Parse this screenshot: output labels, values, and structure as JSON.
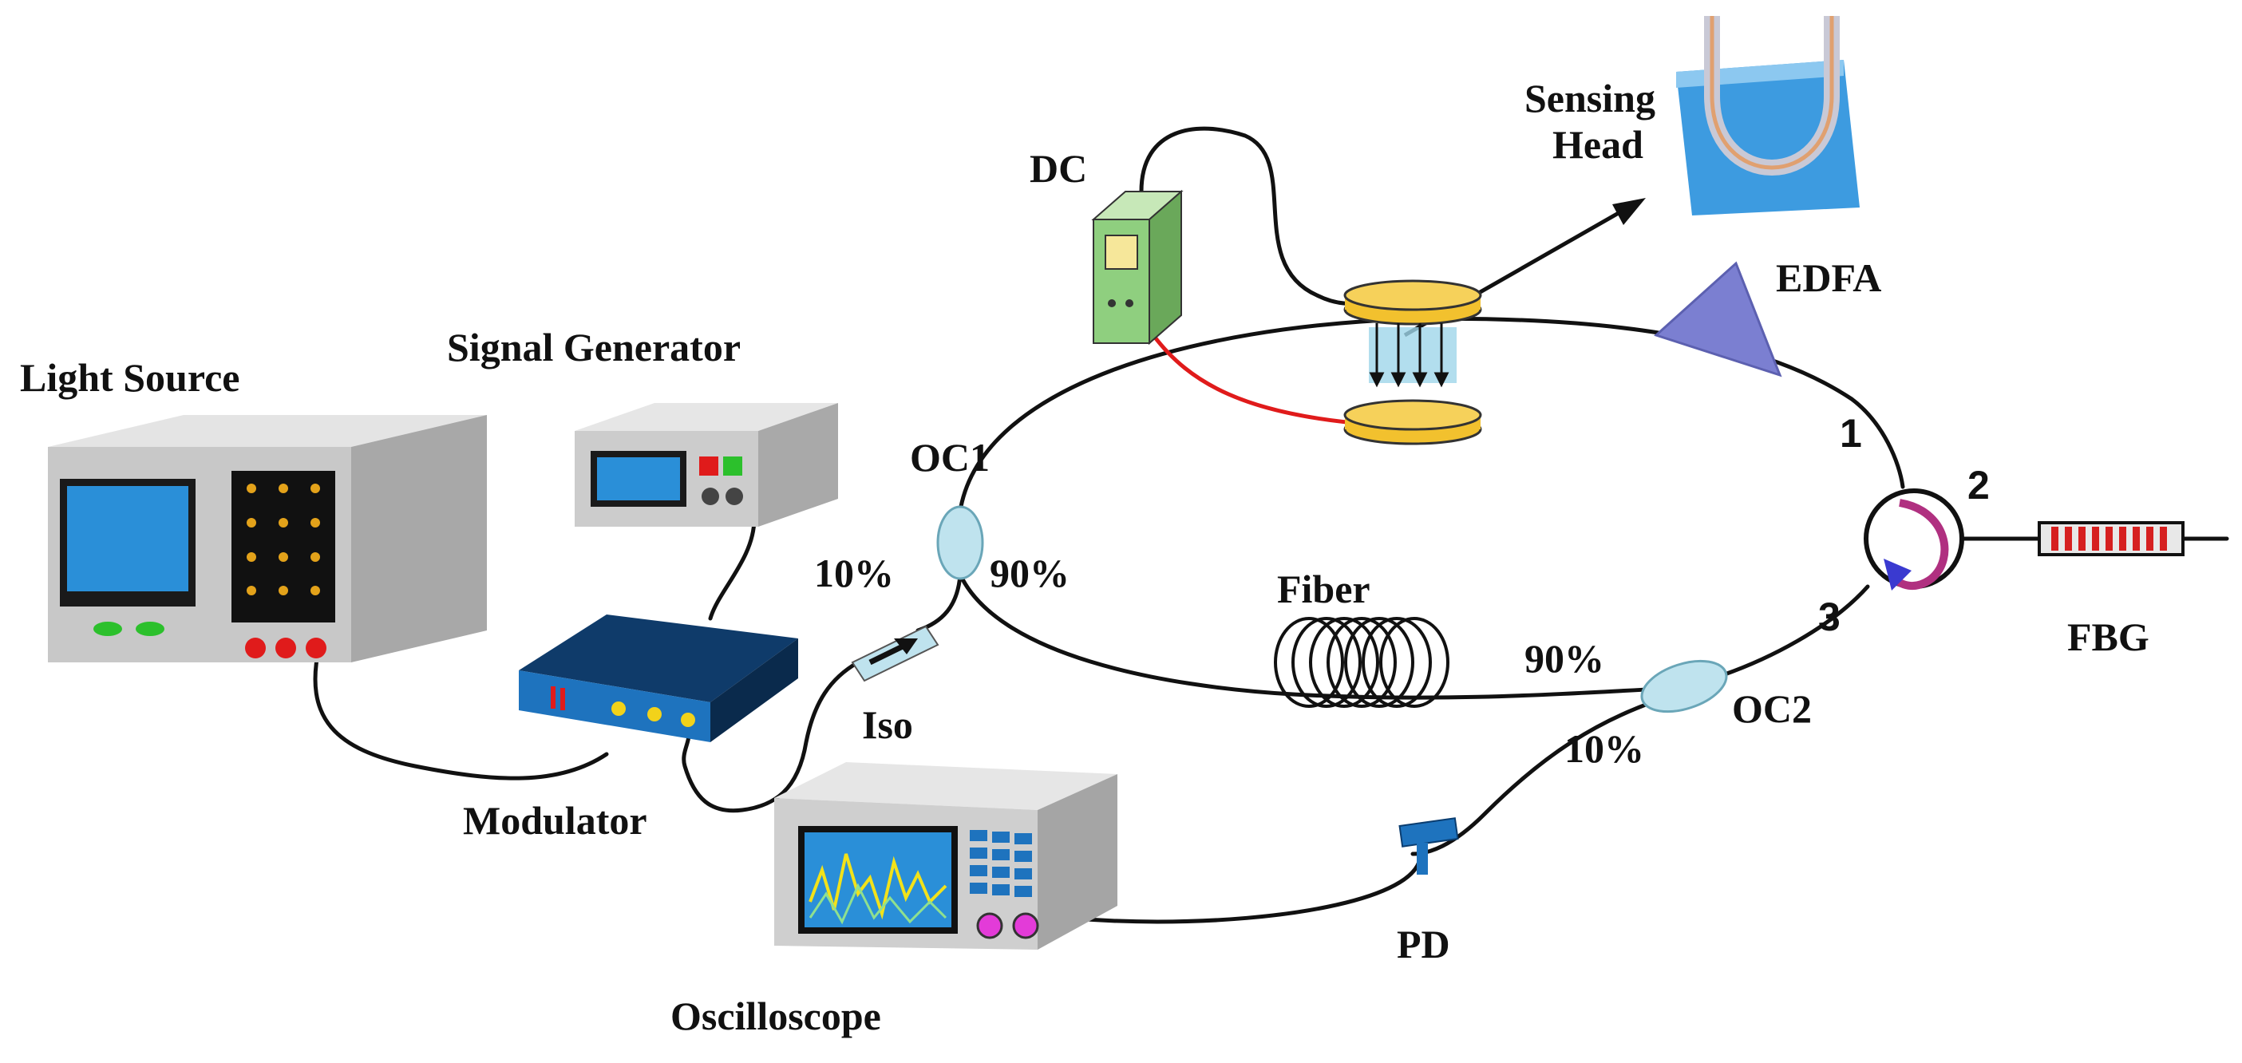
{
  "labels": {
    "light_source": "Light Source",
    "signal_generator": "Signal Generator",
    "modulator": "Modulator",
    "iso": "Iso",
    "oscilloscope": "Oscilloscope",
    "dc": "DC",
    "sensing_head_line1": "Sensing",
    "sensing_head_line2": "Head",
    "edfa": "EDFA",
    "oc1": "OC1",
    "oc2": "OC2",
    "oc1_low": "10%",
    "oc1_high": "90%",
    "oc2_high": "90%",
    "oc2_low": "10%",
    "fiber": "Fiber",
    "fbg": "FBG",
    "pd": "PD",
    "port1": "1",
    "port2": "2",
    "port3": "3"
  },
  "colors": {
    "accent_blue": "#1e73be",
    "screen_blue": "#2a8fd8",
    "device_gray": "#cfcfcf",
    "edfa_purple": "#7b7fd1",
    "pad_yellow": "#f2c12e",
    "fbg_red": "#d62020",
    "dc_green": "#8fcf7f",
    "coupler_cyan": "#bfe3ee"
  }
}
